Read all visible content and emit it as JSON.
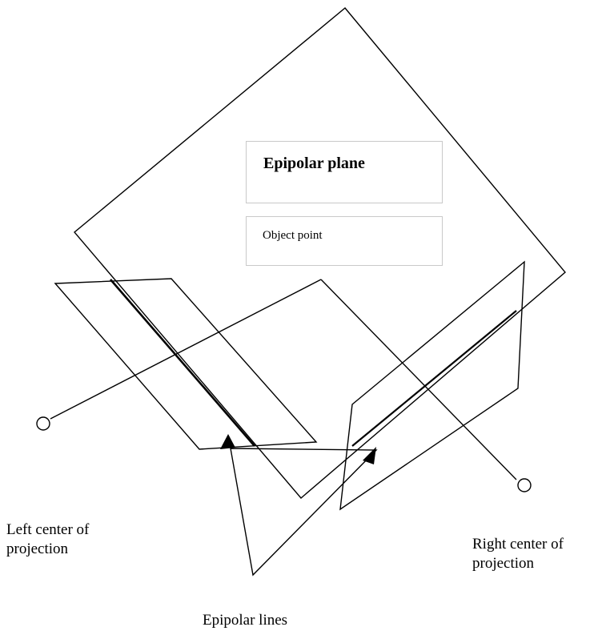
{
  "labels": {
    "epipolar_plane": "Epipolar plane",
    "object_point": "Object point",
    "left_center_line1": "Left center of",
    "left_center_line2": "projection",
    "right_center_line1": "Right center of",
    "right_center_line2": "projection",
    "epipolar_lines": "Epipolar lines"
  },
  "colors": {
    "stroke": "#000000",
    "box_border": "#c9c9c9",
    "background": "#ffffff"
  }
}
